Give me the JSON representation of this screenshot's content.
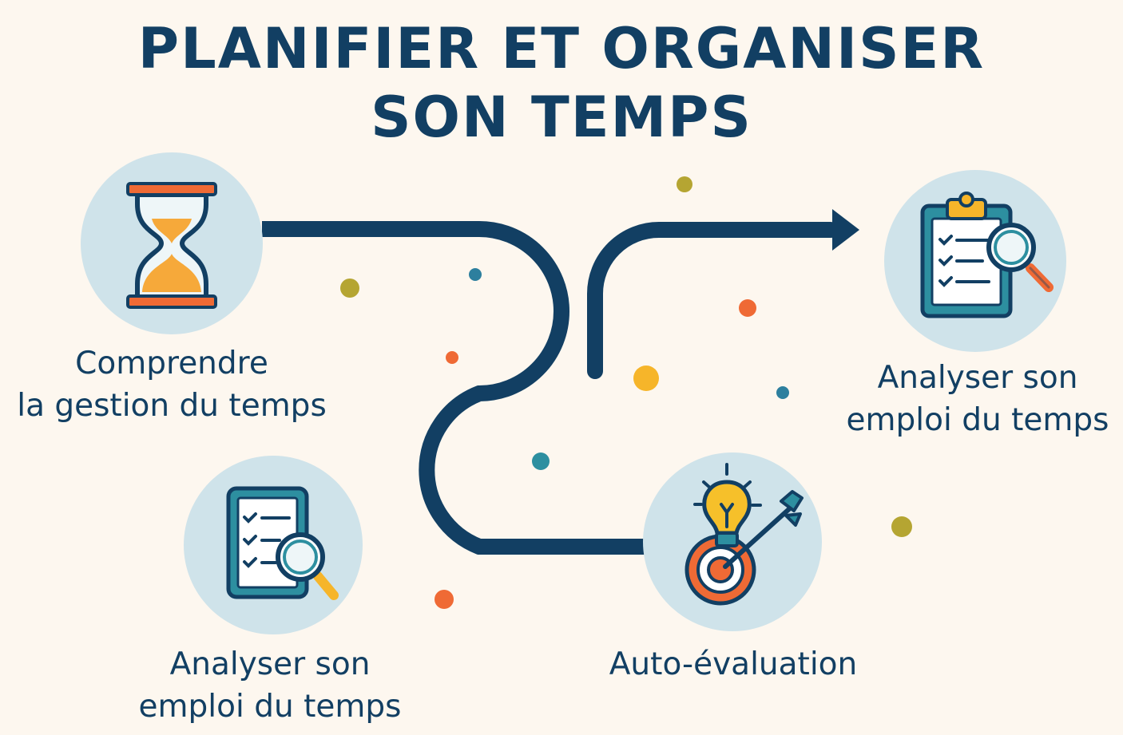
{
  "title": {
    "line1": "PLANIFIER ET ORGANISER",
    "line2": "SON TEMPS"
  },
  "steps": [
    {
      "id": "comprendre",
      "icon": "hourglass-icon",
      "lines": [
        "Comprendre",
        "la gestion du temps"
      ]
    },
    {
      "id": "analyser-top",
      "icon": "clipboard-magnifier-icon",
      "lines": [
        "Analyser son",
        "emploi du temps"
      ]
    },
    {
      "id": "analyser-bottom",
      "icon": "checklist-magnifier-icon",
      "lines": [
        "Analyser son",
        "emploi du temps"
      ]
    },
    {
      "id": "auto-evaluation",
      "icon": "lightbulb-target-icon",
      "lines": [
        "Auto-évaluation"
      ]
    }
  ],
  "colors": {
    "navy": "#123f63",
    "circle": "#cfe3ea",
    "orange": "#ef6a35",
    "yellow": "#f6a93a",
    "teal": "#2d8fa0",
    "olive": "#b5a532",
    "background": "#fdf7ef"
  }
}
